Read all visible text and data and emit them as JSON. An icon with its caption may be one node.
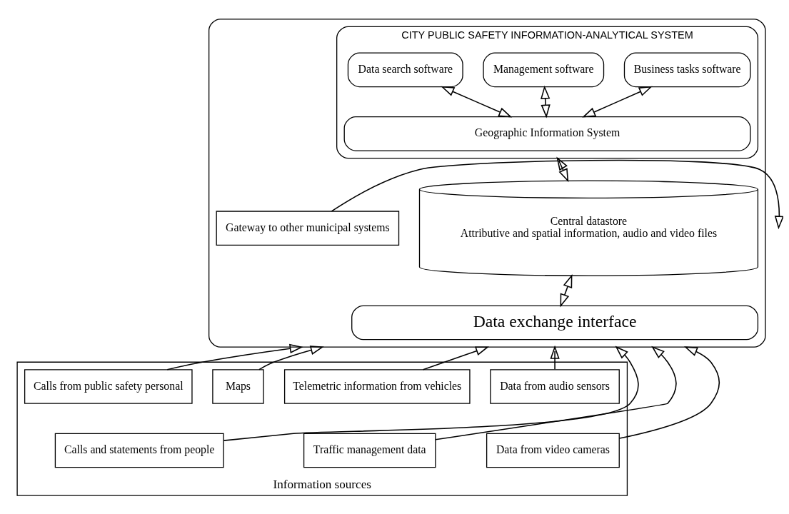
{
  "diagram": {
    "nodes": [
      {
        "text": [],
        "shape": "box"
      },
      {
        "text": [
          "CITY PUBLIC SAFETY INFORMATION-ANALYTICAL SYSTEM"
        ],
        "in": 0
      },
      {
        "text": [
          "Data search software"
        ],
        "in": 1
      },
      {
        "text": [
          "Management software"
        ],
        "in": 1
      },
      {
        "text": [
          "Business tasks software"
        ],
        "in": 1
      },
      {
        "text": [
          "Geographic Information System"
        ],
        "in": 1
      },
      {
        "text": [
          "Central datastore",
          "Attributive and spatial information, audio and video files"
        ],
        "in": 0
      },
      {
        "text": [
          "Gateway to other municipal systems"
        ],
        "in": 0
      },
      {
        "text": [
          "Data exchange interface"
        ],
        "in": 0
      },
      {
        "text": [
          "Information sources"
        ]
      },
      {
        "text": [
          "Calls from public safety personal"
        ],
        "in": 9
      },
      {
        "text": [
          "Calls and statements from people"
        ],
        "in": 9
      },
      {
        "text": [
          "Data from audio sensors"
        ],
        "in": 9
      },
      {
        "text": [
          "Data from video cameras"
        ],
        "in": 9
      },
      {
        "text": [
          "Maps"
        ],
        "in": 9
      },
      {
        "text": [
          "Traffic management data"
        ],
        "in": 9
      },
      {
        "text": [
          "Telemetric information from vehicles"
        ],
        "in": 9
      }
    ],
    "edges": [
      {
        "from": 2,
        "to": 5,
        "arrow": "both"
      },
      {
        "from": 3,
        "to": 5,
        "arrow": "both"
      },
      {
        "from": 4,
        "to": 5,
        "arrow": "both"
      },
      {
        "from": 1,
        "to": 6,
        "arrow": "both"
      },
      {
        "from": 6,
        "to": 8,
        "arrow": "both"
      },
      {
        "from": 7,
        "to": null,
        "arrow": "to"
      },
      {
        "from": 10,
        "to": 0,
        "arrow": "to"
      },
      {
        "from": 11,
        "to": 0,
        "arrow": "to"
      },
      {
        "from": 12,
        "to": 0,
        "arrow": "to"
      },
      {
        "from": 13,
        "to": 0,
        "arrow": "to"
      },
      {
        "from": 14,
        "to": 0,
        "arrow": "to"
      },
      {
        "from": 15,
        "to": 0,
        "arrow": "to"
      },
      {
        "from": 16,
        "to": 0,
        "arrow": "to"
      }
    ]
  }
}
